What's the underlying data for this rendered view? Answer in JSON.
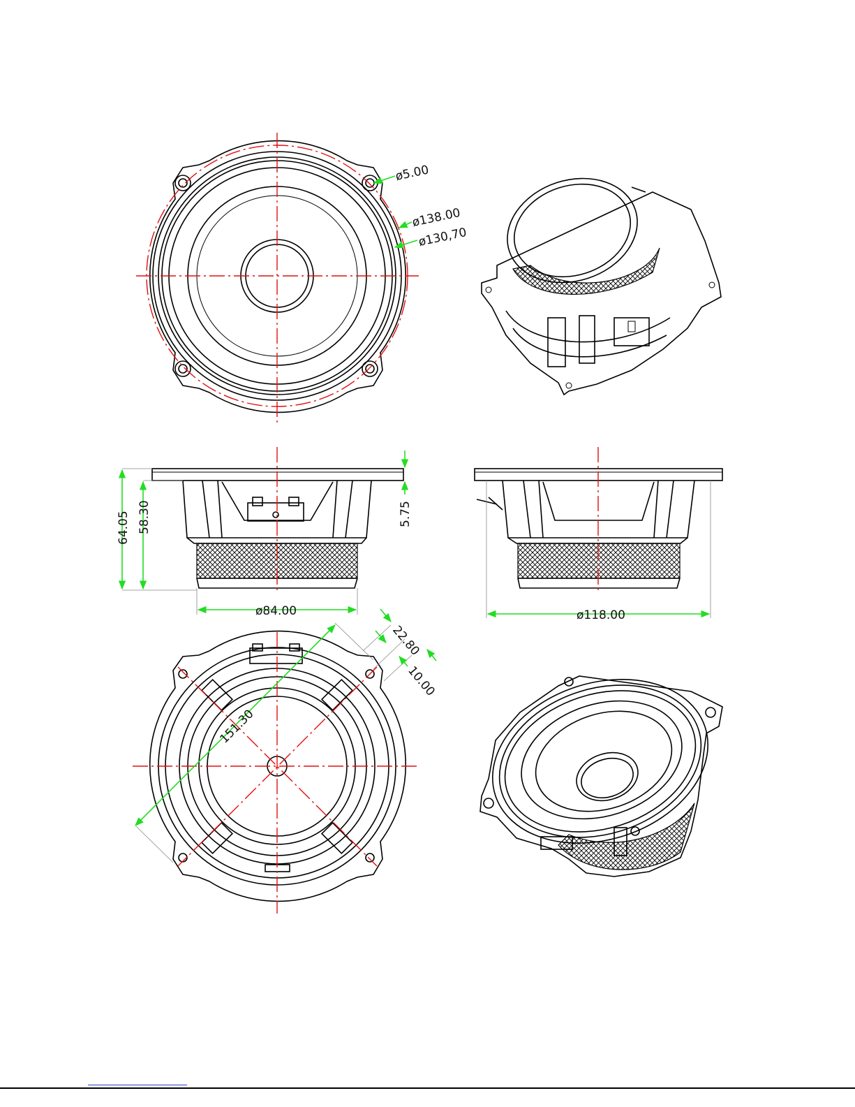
{
  "dimensions": {
    "mount_hole_dia": "ø5.00",
    "outer_dia": "ø138.00",
    "bolt_circle_dia": "ø130,70",
    "flange_thickness": "5.75",
    "total_depth": "64.05",
    "depth_below_flange": "58.30",
    "magnet_dia": "ø84.00",
    "frame_dia": "ø118.00",
    "diagonal": "151.30",
    "tab_length": "22.80",
    "tab_width": "10.00"
  },
  "colors": {
    "center_line": "#e01010",
    "dimension_line": "#22dd22",
    "outline": "#000000"
  }
}
